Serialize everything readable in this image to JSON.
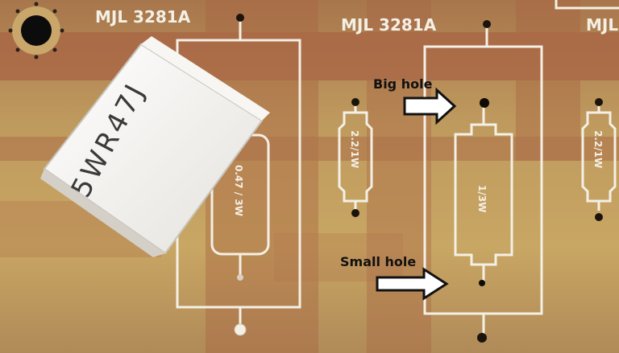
{
  "board": {
    "part_left": "MJL 3281A",
    "part_center": "MJL 3281A",
    "part_right": "MJL"
  },
  "resistors": {
    "big_left": "0.47 / 3W",
    "small_left": "2.2/1W",
    "big_center": "1/3W",
    "small_right": "2.2/1W"
  },
  "ceramic_resistor": {
    "marking": "5WR47J"
  },
  "annotations": {
    "big_hole": "Big hole",
    "small_hole": "Small hole"
  },
  "colors": {
    "board_base": "#b8945a",
    "copper_trace": "#a86040",
    "silkscreen": "#f4f0e6",
    "annotation_text": "#111111"
  }
}
